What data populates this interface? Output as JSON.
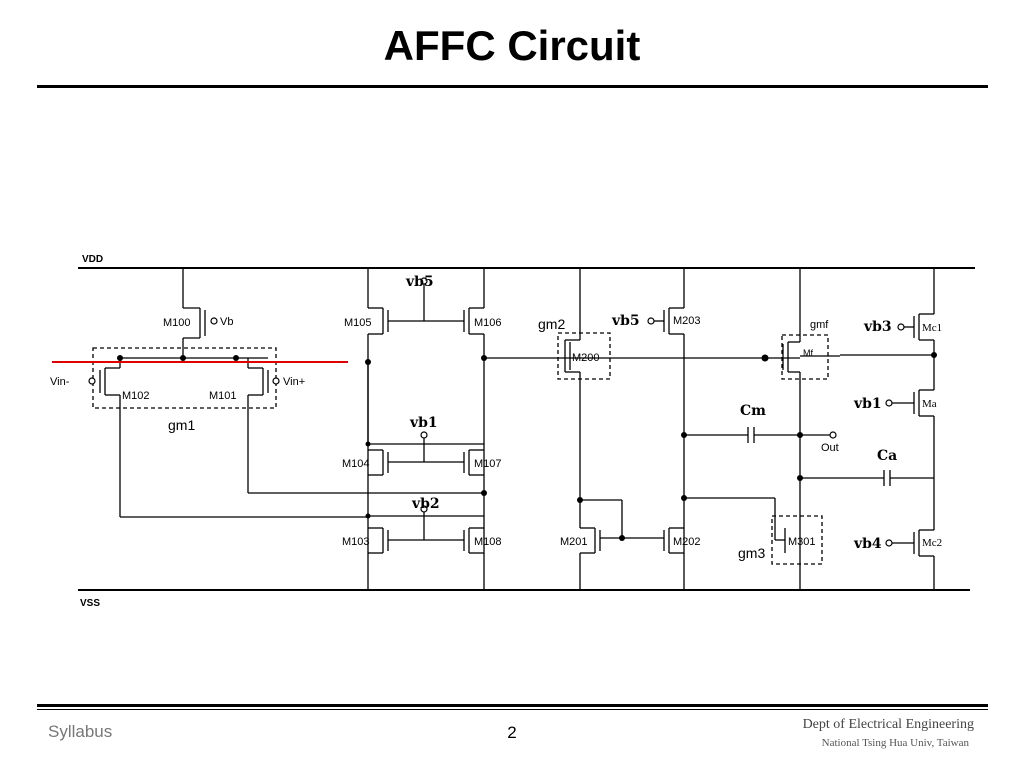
{
  "title": "AFFC Circuit",
  "footer": {
    "left": "Syllabus",
    "page": "2",
    "dept": "Dept of Electrical Engineering",
    "univ": "National Tsing Hua Univ, Taiwan"
  },
  "colors": {
    "highlight_line": "#e00000"
  },
  "circuit": {
    "rails": {
      "vdd": "VDD",
      "vss": "VSS"
    },
    "transistors": {
      "m100": "M100",
      "m101": "M101",
      "m102": "M102",
      "m103": "M103",
      "m104": "M104",
      "m105": "M105",
      "m106": "M106",
      "m107": "M107",
      "m108": "M108",
      "m200": "M200",
      "m201": "M201",
      "m202": "M202",
      "m203": "M203",
      "mf": "Mf",
      "m301": "M301",
      "mc1": "Mc1",
      "ma": "Ma",
      "mc2": "Mc2"
    },
    "bias": {
      "vb": "Vb",
      "vin_minus": "Vin-",
      "vin_plus": "Vin+",
      "vb5_a": "vb5",
      "vb5_b": "vb5",
      "vb1_a": "vb1",
      "vb1_b": "vb1",
      "vb2": "vb2",
      "vb3": "vb3",
      "vb4": "vb4"
    },
    "stages": {
      "gm1": "gm1",
      "gm2": "gm2",
      "gmf": "gmf",
      "gm3": "gm3"
    },
    "caps": {
      "cm": "Cm",
      "ca": "Ca"
    },
    "out": "Out"
  }
}
